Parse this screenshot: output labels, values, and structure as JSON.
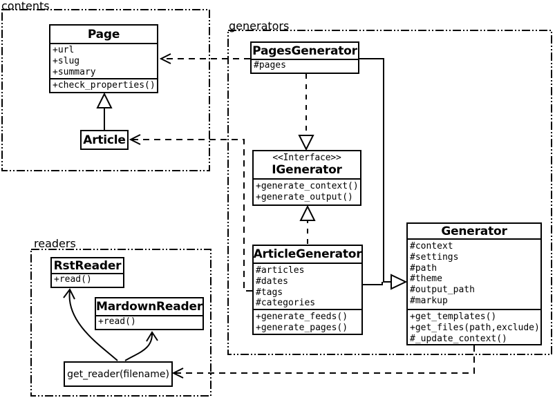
{
  "packages": {
    "contents": {
      "label": "contents"
    },
    "generators": {
      "label": "generators"
    },
    "readers": {
      "label": "readers"
    }
  },
  "classes": {
    "page": {
      "name": "Page",
      "attributes": [
        "+url",
        "+slug",
        "+summary"
      ],
      "methods": [
        "+check_properties()"
      ]
    },
    "article": {
      "name": "Article"
    },
    "pages_generator": {
      "name": "PagesGenerator",
      "attributes": [
        "#pages"
      ]
    },
    "igenerator": {
      "stereotype": "<<Interface>>",
      "name": "IGenerator",
      "methods": [
        "+generate_context()",
        "+generate_output()"
      ]
    },
    "article_generator": {
      "name": "ArticleGenerator",
      "attributes": [
        "#articles",
        "#dates",
        "#tags",
        "#categories"
      ],
      "methods": [
        "+generate_feeds()",
        "+generate_pages()"
      ]
    },
    "generator": {
      "name": "Generator",
      "attributes": [
        "#context",
        "#settings",
        "#path",
        "#theme",
        "#output_path",
        "#markup"
      ],
      "methods": [
        "+get_templates()",
        "+get_files(path,exclude)",
        "#_update_context()"
      ]
    },
    "rst_reader": {
      "name": "RstReader",
      "methods": [
        "+read()"
      ]
    },
    "mardown_reader": {
      "name": "MardownReader",
      "methods": [
        "+read()"
      ]
    },
    "get_reader": {
      "label": "get_reader(filename)"
    }
  },
  "relations": [
    {
      "from": "Article",
      "to": "Page",
      "type": "inheritance"
    },
    {
      "from": "PagesGenerator",
      "to": "Page",
      "type": "dependency"
    },
    {
      "from": "ArticleGenerator",
      "to": "Article",
      "type": "dependency"
    },
    {
      "from": "PagesGenerator",
      "to": "IGenerator",
      "type": "realization"
    },
    {
      "from": "ArticleGenerator",
      "to": "IGenerator",
      "type": "realization"
    },
    {
      "from": "PagesGenerator",
      "to": "Generator",
      "type": "inheritance"
    },
    {
      "from": "ArticleGenerator",
      "to": "Generator",
      "type": "inheritance"
    },
    {
      "from": "Generator",
      "to": "get_reader(filename)",
      "type": "dependency"
    },
    {
      "from": "get_reader(filename)",
      "to": "RstReader",
      "type": "call"
    },
    {
      "from": "get_reader(filename)",
      "to": "MardownReader",
      "type": "call"
    }
  ],
  "colors": {
    "line": "#000000",
    "background": "#ffffff"
  }
}
